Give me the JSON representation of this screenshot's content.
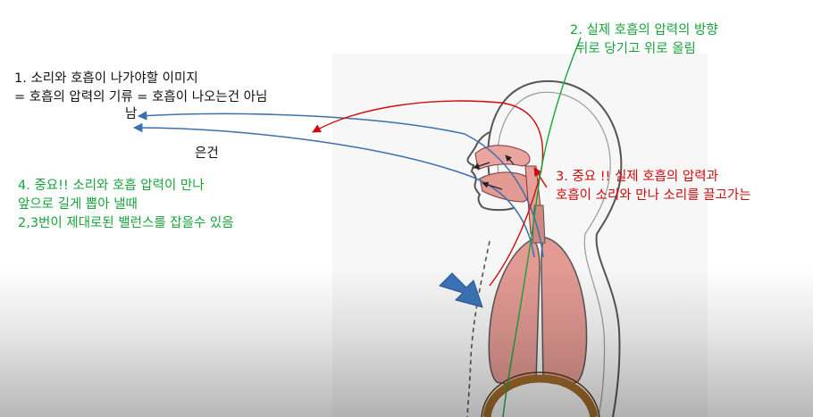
{
  "annotations": {
    "note1": {
      "line1": "1. 소리와 호흡이 나가야할 이미지",
      "line2": "= 호흡의 압력의 기류 = 호흡이 나오는건 아님",
      "line3": "남",
      "line4": "은건"
    },
    "note2": {
      "line1": "2. 실제 호흡의 압력의 방향",
      "line2": "뒤로 당기고 위로 올림"
    },
    "note3": {
      "line1": "3. 중요 !! 실제 호흡의 압력과",
      "line2": "호흡이 소리와 만나 소리를 끌고가는"
    },
    "note4": {
      "line1": "4. 중요!! 소리와 호흡 압력이 만나",
      "line2": "앞으로 길게 뽑아 낼때",
      "line3": "2,3번이 제대로된 밸런스를 잡을수 있음"
    }
  },
  "colors": {
    "note_black": "#111111",
    "note_green": "#17a43a",
    "note_red": "#d10a0a",
    "airflow_blue": "#3a6fb0",
    "arrow_blue": "#3c74b8",
    "organ_pink": "#e29a93",
    "diaphragm_brown": "#a06b2a"
  }
}
